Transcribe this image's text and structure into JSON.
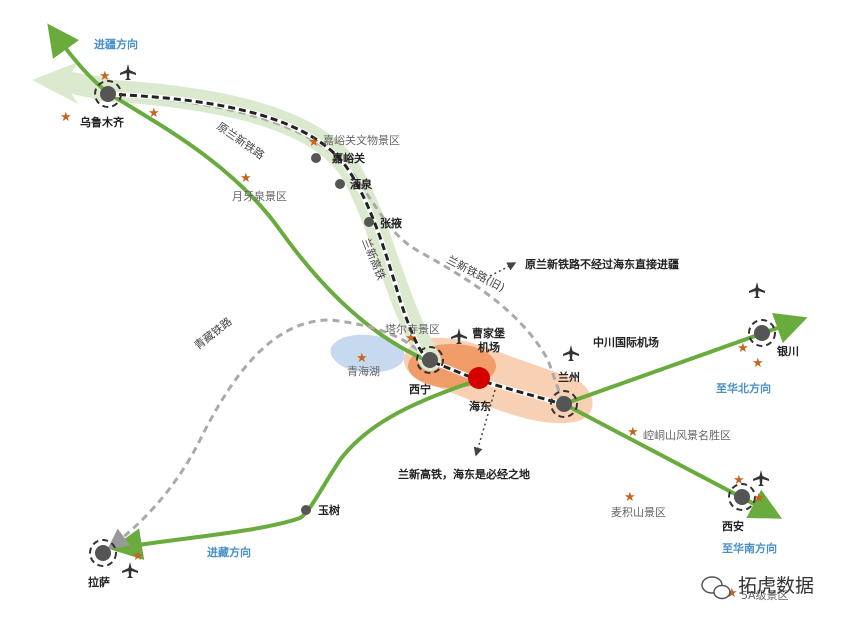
{
  "directions": {
    "xinjiang": "进疆方向",
    "huabei": "至华北方向",
    "huanan": "至华南方向",
    "xizang": "进藏方向"
  },
  "cities": {
    "urumqi": "乌鲁木齐",
    "jiayuguan": "嘉峪关",
    "jiuquan": "酒泉",
    "zhangye": "张掖",
    "xining": "西宁",
    "haidong": "海东",
    "lanzhou": "兰州",
    "yinchuan": "银川",
    "xian": "西安",
    "yushu": "玉树",
    "lhasa": "拉萨"
  },
  "airports": {
    "caojiabu": "曹家堡\n机场",
    "zhongchuan": "中川国际机场"
  },
  "scenic": {
    "jiayuguan_relics": "嘉峪关文物景区",
    "yueyaquan": "月牙泉景区",
    "taer": "塔尔寺景区",
    "qinghaihu": "青海湖",
    "kongtong": "崆峒山风景名胜区",
    "maiji": "麦积山景区",
    "five_a": "5A级景区"
  },
  "railways": {
    "old_lanxin": "原兰新铁路",
    "lanxin_hsr": "兰新高铁",
    "lanxin_old_line": "兰新铁路(旧)",
    "qingzang": "青藏铁路"
  },
  "annotations": {
    "old_route_note": "原兰新铁路不经过海东直接进疆",
    "hsr_note": "兰新高铁，海东是必经之地"
  },
  "watermark": "拓虎数据",
  "colors": {
    "green_route": "#6aab3e",
    "rail_black": "#222222",
    "rail_gray": "#aaaaaa",
    "highlight": "#f0a070",
    "haidong": "#d40000",
    "direction": "#4a90c8",
    "star": "#c6651f"
  }
}
